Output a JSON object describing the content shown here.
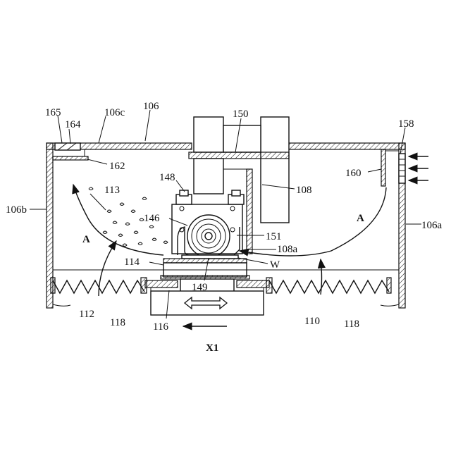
{
  "figure": {
    "labels": {
      "l165": "165",
      "l164": "164",
      "l106c": "106c",
      "l106": "106",
      "l150": "150",
      "l158": "158",
      "l162": "162",
      "l160": "160",
      "l148": "148",
      "l108": "108",
      "l113": "113",
      "l106b": "106b",
      "l106a": "106a",
      "l146": "146",
      "lA_left": "A",
      "lA_right": "A",
      "l151": "151",
      "l108a": "108a",
      "l114": "114",
      "lW": "W",
      "l149": "149",
      "l112": "112",
      "l118_left": "118",
      "l116": "116",
      "l110": "110",
      "l118_right": "118",
      "lX1": "X1"
    }
  }
}
